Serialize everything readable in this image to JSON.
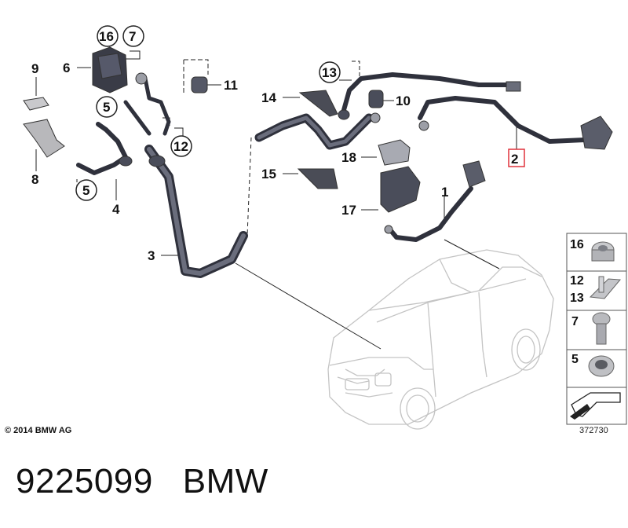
{
  "diagram": {
    "part_labels": {
      "p1": "1",
      "p2": "2",
      "p3": "3",
      "p4": "4",
      "p5a": "5",
      "p5b": "5",
      "p6": "6",
      "p7": "7",
      "p8": "8",
      "p9": "9",
      "p10": "10",
      "p11": "11",
      "p12": "12",
      "p13": "13",
      "p14": "14",
      "p15": "15",
      "p16": "16",
      "p17": "17",
      "p18": "18"
    },
    "legend": {
      "row1": "16",
      "row2a": "12",
      "row2b": "13",
      "row3": "7",
      "row4": "5"
    },
    "highlighted_part": "2",
    "copyright": "© 2014 BMW AG",
    "diagram_number": "372730"
  },
  "footer": {
    "part_number": "9225099",
    "brand": "BMW"
  },
  "colors": {
    "cable": "#3b3d4a",
    "car_outline": "#c9c9c9",
    "highlight": "#e0323c"
  }
}
